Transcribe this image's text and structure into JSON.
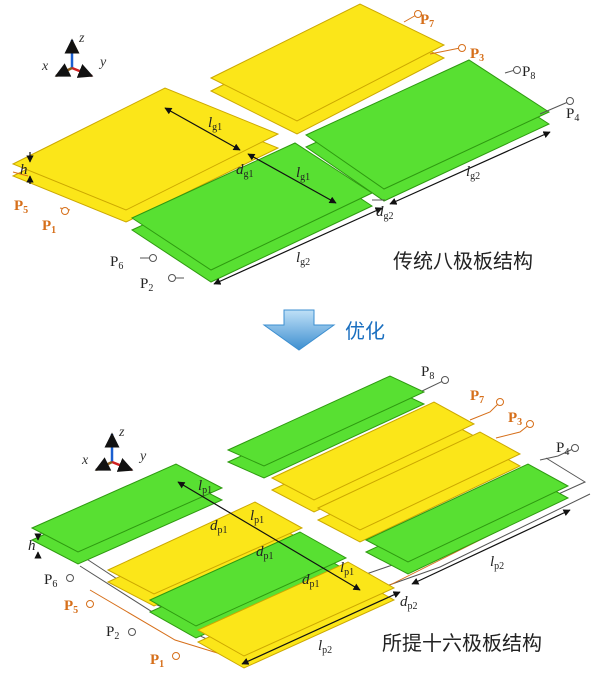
{
  "colors": {
    "yellow": "#fbe619",
    "yellow_edge": "#cca800",
    "green": "#58e032",
    "green_edge": "#2e9a10",
    "port_orange": "#d66f1a",
    "arrow_blue": "#4a9fd8",
    "axis_z": "#1a5fd0",
    "axis_y": "#d02020",
    "axis_x": "#8a5a1a"
  },
  "axes": {
    "x": "x",
    "y": "y",
    "z": "z"
  },
  "top": {
    "caption": "传统八极板结构",
    "ports": {
      "p1": "P",
      "p1_sub": "1",
      "p2": "P",
      "p2_sub": "2",
      "p3": "P",
      "p3_sub": "3",
      "p4": "P",
      "p4_sub": "4",
      "p5": "P",
      "p5_sub": "5",
      "p6": "P",
      "p6_sub": "6",
      "p7": "P",
      "p7_sub": "7",
      "p8": "P",
      "p8_sub": "8"
    },
    "dims": {
      "h": "h",
      "lg1_a": "l",
      "lg1_a_sub": "g1",
      "lg1_b": "l",
      "lg1_b_sub": "g1",
      "dg1": "d",
      "dg1_sub": "g1",
      "lg2_a": "l",
      "lg2_a_sub": "g2",
      "lg2_b": "l",
      "lg2_b_sub": "g2",
      "dg2": "d",
      "dg2_sub": "g2"
    }
  },
  "arrow_label": "优化",
  "bottom": {
    "caption": "所提十六极板结构",
    "ports": {
      "p1": "P",
      "p1_sub": "1",
      "p2": "P",
      "p2_sub": "2",
      "p3": "P",
      "p3_sub": "3",
      "p4": "P",
      "p4_sub": "4",
      "p5": "P",
      "p5_sub": "5",
      "p6": "P",
      "p6_sub": "6",
      "p7": "P",
      "p7_sub": "7",
      "p8": "P",
      "p8_sub": "8"
    },
    "dims": {
      "h": "h",
      "lp1_a": "l",
      "lp1_a_sub": "p1",
      "lp1_b": "l",
      "lp1_b_sub": "p1",
      "lp1_c": "l",
      "lp1_c_sub": "p1",
      "dp1_a": "d",
      "dp1_a_sub": "p1",
      "dp1_b": "d",
      "dp1_b_sub": "p1",
      "dp1_c": "d",
      "dp1_c_sub": "p1",
      "lp2_a": "l",
      "lp2_a_sub": "p2",
      "lp2_b": "l",
      "lp2_b_sub": "p2",
      "dp2": "d",
      "dp2_sub": "p2"
    }
  }
}
